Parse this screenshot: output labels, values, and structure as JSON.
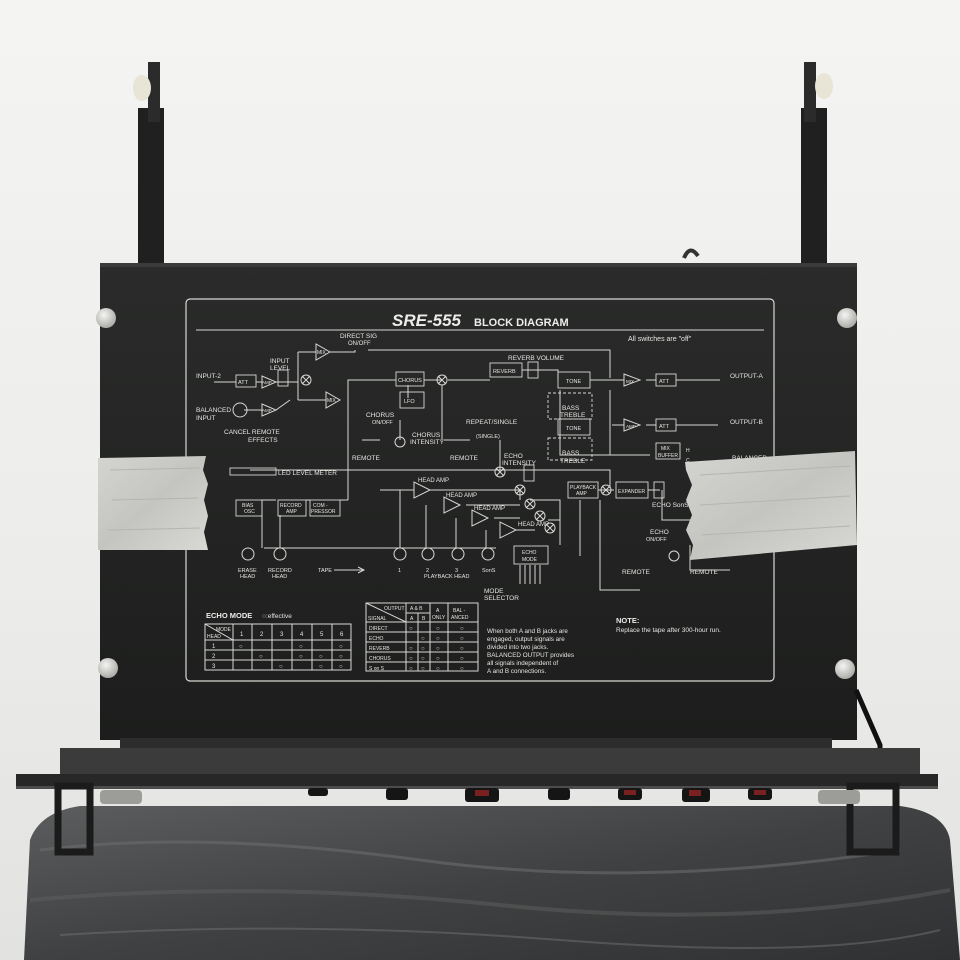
{
  "panel": {
    "model": "SRE-555",
    "title": "BLOCK DIAGRAM",
    "switch_note": "All switches are \"off\""
  },
  "diagram_labels": {
    "direct_sig": "DIRECT SIG",
    "on_off": "ON/OFF",
    "mix": "MIX",
    "input_level": "INPUT",
    "level": "LEVEL",
    "input_2": "INPUT-2",
    "att": "ATT",
    "amp": "AMP",
    "balanced_input_1": "BALANCED",
    "balanced_input_2": "INPUT",
    "cancel_remote": "CANCEL REMOTE",
    "effects": "EFFECTS",
    "chorus": "CHORUS",
    "lfo": "LFO",
    "chorus_intensity_1": "CHORUS",
    "chorus_intensity_2": "INTENSITY",
    "reverb_volume": "REVERB VOLUME",
    "reverb": "REVERB",
    "tone": "TONE",
    "bass": "BASS",
    "treble": "TREBLE",
    "output_a": "OUTPUT-A",
    "output_b": "OUTPUT-B",
    "repeat_single": "REPEAT/SINGLE",
    "single": "(SINGLE)",
    "remote": "REMOTE",
    "echo": "ECHO",
    "intensity": "INTENSITY",
    "mix_buffer_1": "MIX",
    "mix_buffer_2": "BUFFER",
    "balanced": "BALANCED",
    "led_level_meter": "LED LEVEL METER",
    "head_amp": "HEAD AMP",
    "playback_amp_1": "PLAYBACK",
    "playback_amp_2": "AMP",
    "expander": "EXPANDER",
    "echo_sons": "ECHO SonS",
    "bias_osc_1": "BIAS",
    "bias_osc_2": "OSC",
    "record_amp_1": "RECORD",
    "record_amp_2": "AMP",
    "compressor_1": "COM -",
    "compressor_2": "PRESSOR",
    "echo_on_off_1": "ECHO",
    "echo_on_off_2": "ON/OFF",
    "erase_head_1": "ERASE",
    "erase_head_2": "HEAD",
    "record_head_1": "RECORD",
    "record_head_2": "HEAD",
    "tape": "TAPE",
    "head_1": "1",
    "head_2": "2",
    "head_3": "3",
    "sons": "SonS",
    "playback_head": "PLAYBACK HEAD",
    "echo_mode_1": "ECHO",
    "echo_mode_2": "MODE",
    "mode_selector_1": "MODE",
    "mode_selector_2": "SELECTOR",
    "h": "H",
    "c": "C"
  },
  "echo_mode_table": {
    "title": "ECHO MODE",
    "legend": "○:effective",
    "corner_top": "MODE",
    "corner_bottom": "HEAD",
    "columns": [
      "1",
      "2",
      "3",
      "4",
      "5",
      "6"
    ],
    "rows": [
      {
        "head": "1",
        "cells": [
          "○",
          "",
          "",
          "○",
          "",
          "○"
        ]
      },
      {
        "head": "2",
        "cells": [
          "",
          "○",
          "",
          "○",
          "○",
          "○"
        ]
      },
      {
        "head": "3",
        "cells": [
          "",
          "",
          "○",
          "",
          "○",
          "○"
        ]
      }
    ]
  },
  "output_table": {
    "corner_top": "OUTPUT",
    "corner_bottom": "SIGNAL",
    "group_ab": "A & B",
    "col_a": "A",
    "col_b": "B",
    "col_a_only_1": "A",
    "col_a_only_2": "ONLY",
    "col_balanced_1": "BAL -",
    "col_balanced_2": "ANCED",
    "rows": [
      {
        "signal": "DIRECT",
        "cells": [
          "○",
          "",
          "○",
          "○"
        ]
      },
      {
        "signal": "ECHO",
        "cells": [
          "",
          "○",
          "○",
          "○"
        ]
      },
      {
        "signal": "REVERB",
        "cells": [
          "○",
          "○",
          "○",
          "○"
        ]
      },
      {
        "signal": "CHORUS",
        "cells": [
          "○",
          "○",
          "○",
          "○"
        ]
      },
      {
        "signal": "S on S",
        "cells": [
          "○",
          "○",
          "○",
          "○"
        ]
      }
    ]
  },
  "notes": {
    "jacks_note": [
      "When both A and B jacks are",
      "engaged, output signals are",
      "divided into two jacks.",
      "BALANCED OUTPUT provides",
      "all signals independent of",
      "A and B  connections."
    ],
    "note_title": "NOTE:",
    "note_text": "Replace the tape after 300-hour run."
  },
  "colors": {
    "background": "#f2f2f0",
    "panel": "#222322",
    "printing": "#e6e6e2",
    "tape": "#c9c9c6"
  }
}
